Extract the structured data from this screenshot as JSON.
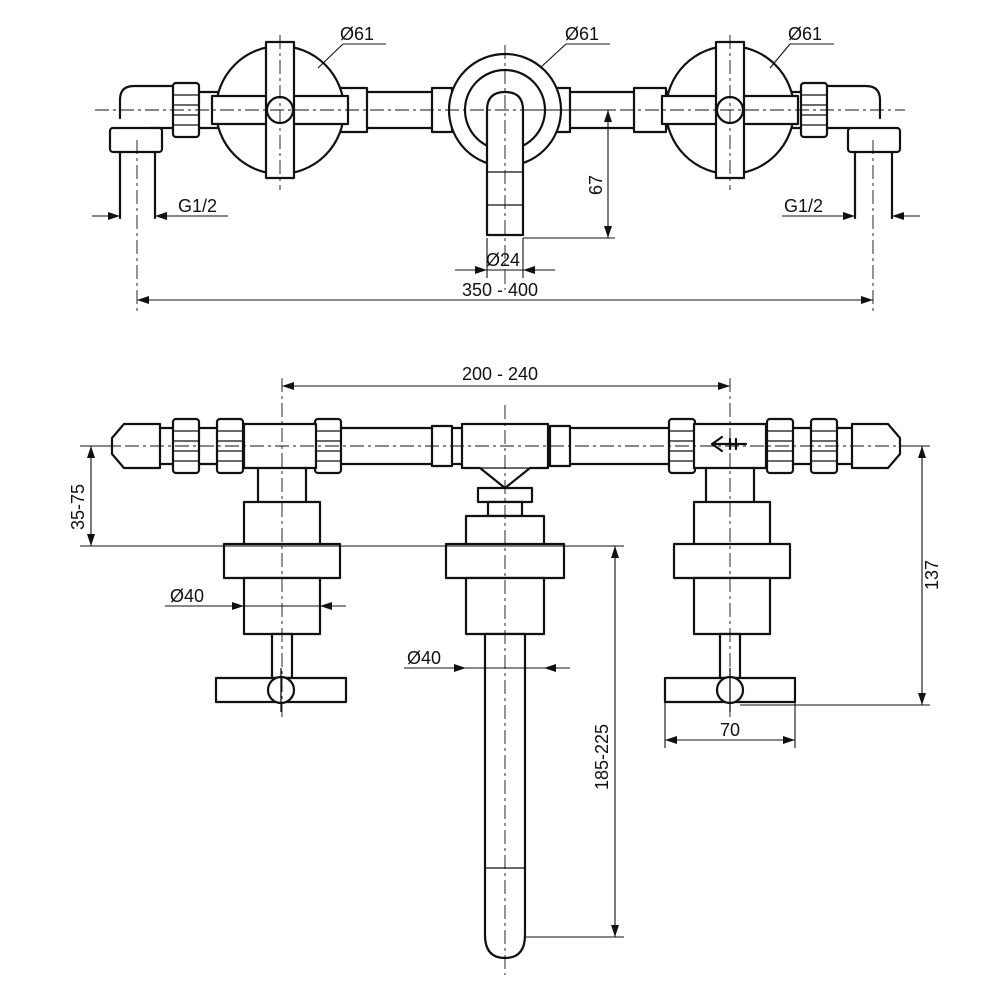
{
  "top_view": {
    "dia_handle_left": "Ø61",
    "dia_spout_flange": "Ø61",
    "dia_handle_right": "Ø61",
    "thread_left": "G1/2",
    "thread_right": "G1/2",
    "spout_depth": "67",
    "spout_dia": "Ø24",
    "inlet_centers": "350 - 400"
  },
  "front_view": {
    "handle_spacing": "200 - 240",
    "wall_depth": "35-75",
    "handle_body_dia": "Ø40",
    "spout_dia": "Ø40",
    "height": "137",
    "handle_width": "70",
    "spout_length": "185-225"
  }
}
